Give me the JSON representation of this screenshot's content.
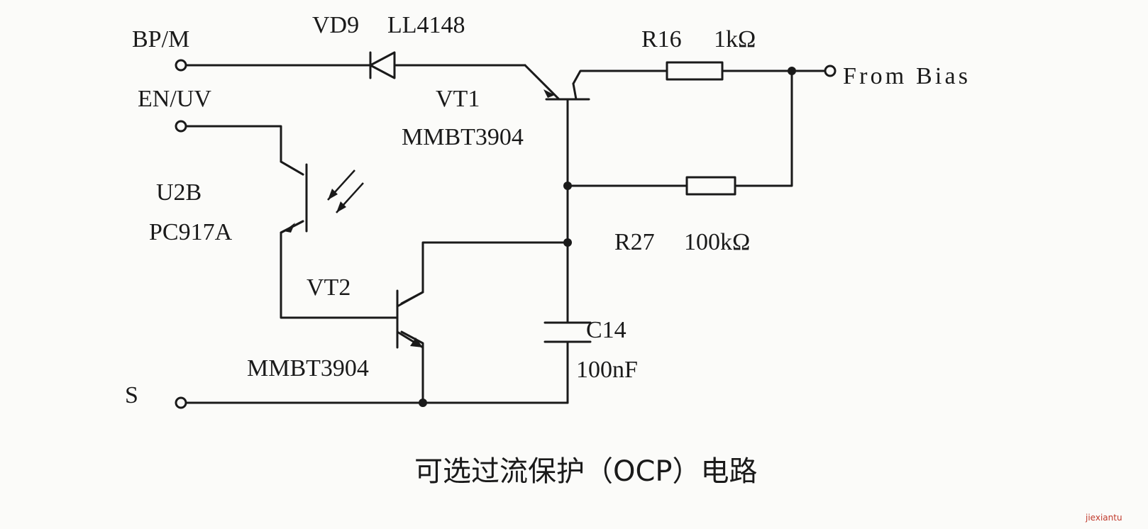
{
  "pins": {
    "bp_m": "BP/M",
    "en_uv": "EN/UV",
    "s": "S",
    "from_bias": "From Bias"
  },
  "components": {
    "vd9": {
      "ref": "VD9",
      "part": "LL4148"
    },
    "vt1": {
      "ref": "VT1",
      "part": "MMBT3904"
    },
    "vt2": {
      "ref": "VT2",
      "part": "MMBT3904"
    },
    "u2b": {
      "ref": "U2B",
      "part": "PC917A"
    },
    "r16": {
      "ref": "R16",
      "value": "1kΩ"
    },
    "r27": {
      "ref": "R27",
      "value": "100kΩ"
    },
    "c14": {
      "ref": "C14",
      "value": "100nF"
    }
  },
  "caption": "可选过流保护（OCP）电路",
  "watermark": "jiexiantu"
}
